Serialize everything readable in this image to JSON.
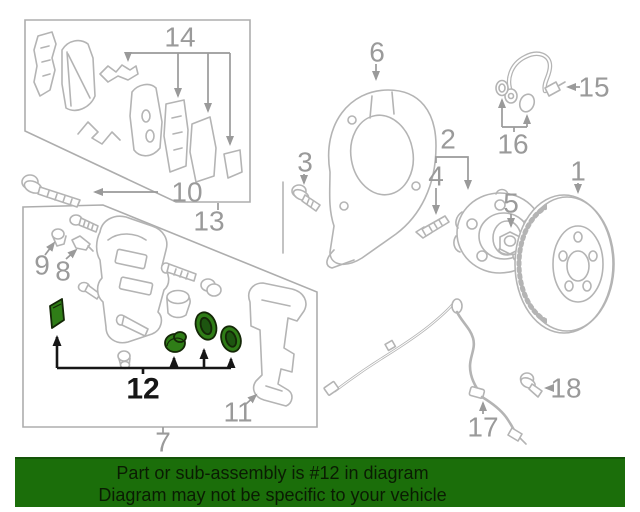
{
  "diagram": {
    "highlighted_callout": "12",
    "line_color": "#b4b4b4",
    "label_color": "#9a9a9a",
    "highlight_fill": "#2f7d17",
    "highlight_inner": "#1d5510",
    "highlight_stroke": "#142707"
  },
  "callouts": {
    "n1": "1",
    "n2": "2",
    "n3": "3",
    "n4": "4",
    "n5": "5",
    "n6": "6",
    "n7": "7",
    "n8": "8",
    "n9": "9",
    "n10": "10",
    "n11": "11",
    "n12": "12",
    "n13": "13",
    "n14": "14",
    "n15": "15",
    "n16": "16",
    "n17": "17",
    "n18": "18"
  },
  "banner": {
    "line1": "Part or sub-assembly is #12 in diagram",
    "line2": "Diagram may not be specific to your vehicle",
    "bg_color": "#1b6e0a",
    "text_color": "#0a1c03"
  }
}
